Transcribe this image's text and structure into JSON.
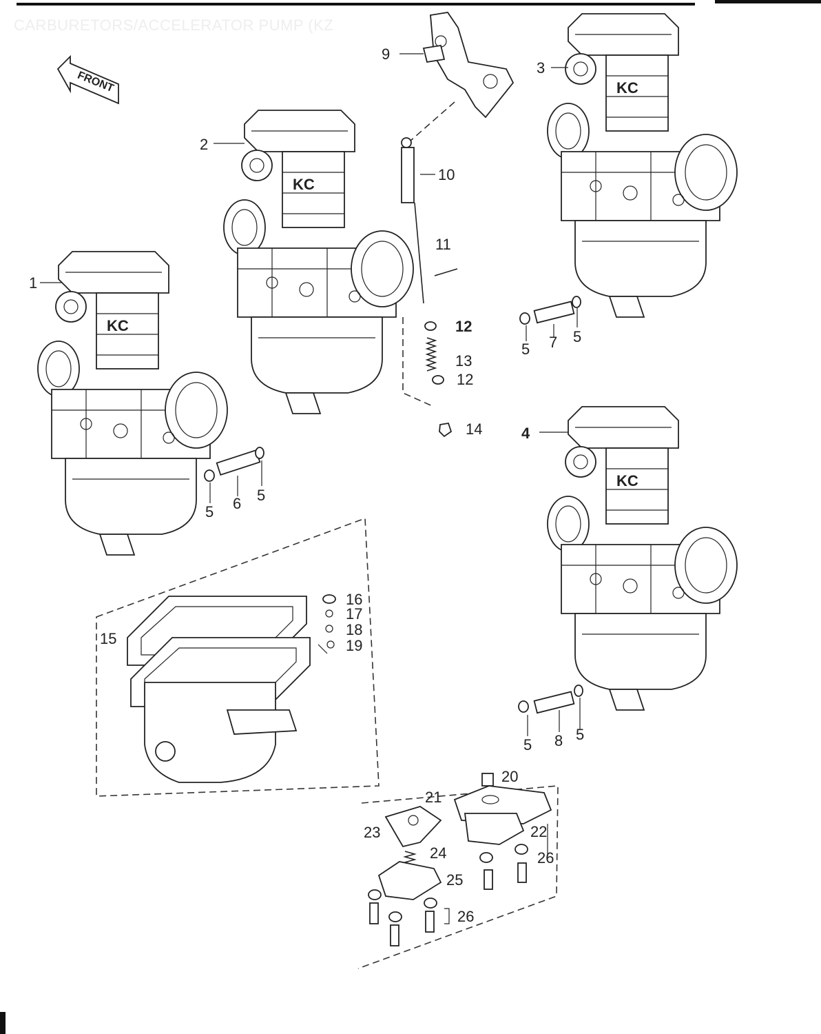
{
  "header": {
    "title": "CARBURETORS/ACCELERATOR PUMP (KZ"
  },
  "front_arrow": {
    "label": "FRONT"
  },
  "callouts": {
    "n1": "1",
    "n2": "2",
    "n3": "3",
    "n4": "4",
    "n5a": "5",
    "n5b": "5",
    "n5c": "5",
    "n5d": "5",
    "n5e": "5",
    "n5f": "5",
    "n6": "6",
    "n7": "7",
    "n8": "8",
    "n9": "9",
    "n10": "10",
    "n11": "11",
    "n12a": "12",
    "n12b": "12",
    "n13": "13",
    "n14": "14",
    "n15": "15",
    "n16": "16",
    "n17": "17",
    "n18": "18",
    "n19": "19",
    "n20": "20",
    "n21": "21",
    "n22": "22",
    "n23": "23",
    "n24": "24",
    "n25": "25",
    "n26a": "26",
    "n26b": "26"
  }
}
